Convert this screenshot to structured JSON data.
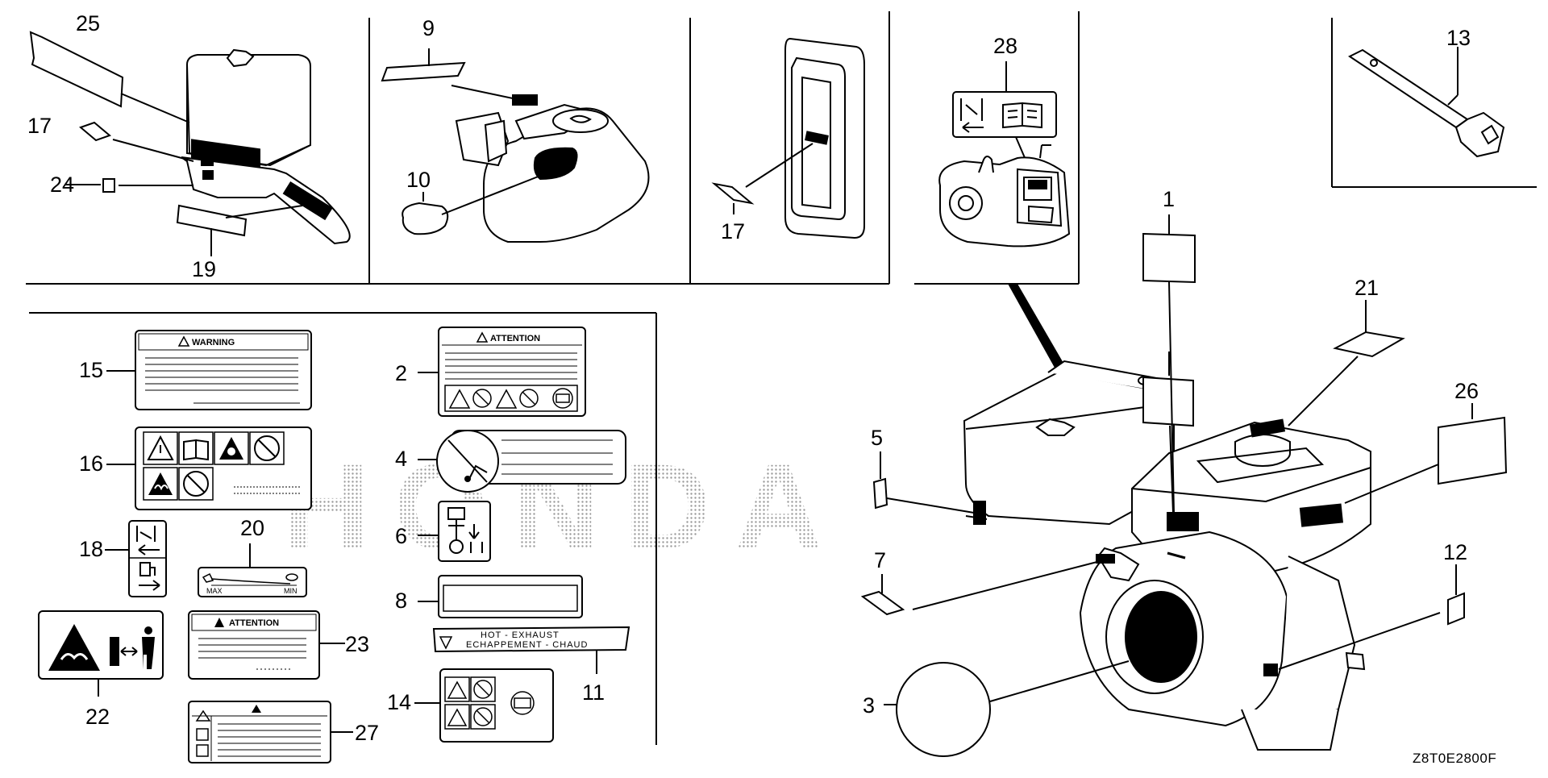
{
  "watermark": "HONDA",
  "diagram_code": "Z8T0E2800F",
  "labels": {
    "warning_title": "WARNING",
    "attention_title": "ATTENTION",
    "attention_title_23": "ATTENTION",
    "hot_exhaust_line1": "HOT - EXHAUST",
    "hot_exhaust_line2": "ECHAPPEMENT - CHAUD",
    "choke_max": "MAX",
    "choke_min": "MIN"
  },
  "part_numbers": {
    "p1": "1",
    "p2": "2",
    "p3": "3",
    "p4": "4",
    "p5": "5",
    "p6": "6",
    "p7": "7",
    "p8": "8",
    "p9": "9",
    "p10": "10",
    "p11": "11",
    "p12": "12",
    "p13": "13",
    "p14": "14",
    "p15": "15",
    "p16": "16",
    "p17a": "17",
    "p17b": "17",
    "p18": "18",
    "p19": "19",
    "p20": "20",
    "p21": "21",
    "p22": "22",
    "p23": "23",
    "p24": "24",
    "p25": "25",
    "p26": "26",
    "p27": "27",
    "p28": "28"
  },
  "colors": {
    "ink": "#000000",
    "paper": "#ffffff",
    "watermark": "#bdbdbd"
  }
}
